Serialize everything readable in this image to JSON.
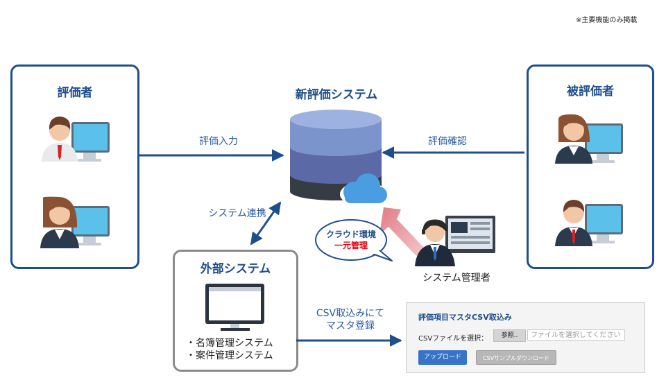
{
  "note": "※主要機能のみ掲載",
  "evaluator": {
    "title": "評価者"
  },
  "evaluatee": {
    "title": "被評価者"
  },
  "system": {
    "title": "新評価システム"
  },
  "external": {
    "title": "外部システム",
    "items": [
      "・名簿管理システム",
      "・案件管理システム"
    ]
  },
  "arrows": {
    "input": "評価入力",
    "confirm": "評価確認",
    "integration": "システム連携",
    "csv_line1": "CSV取込みにて",
    "csv_line2": "マスタ登録"
  },
  "cloud_bubble": {
    "line1": "クラウド環境",
    "line2": "一元管理"
  },
  "admin": {
    "label": "システム管理者"
  },
  "csv_panel": {
    "title": "評価項目マスタCSV取込み",
    "file_label": "CSVファイルを選択：",
    "browse_button": "参照..",
    "file_placeholder": "ファイルを選択してください",
    "upload_button": "アップロード",
    "sample_button": "CSVサンプルダウンロード"
  },
  "colors": {
    "box_border": "#1f4e8c",
    "arrow": "#1f4e8c",
    "label_blue": "#2a5aa0",
    "emphasis_red": "#e60012",
    "cloud": "#4a9de0"
  }
}
